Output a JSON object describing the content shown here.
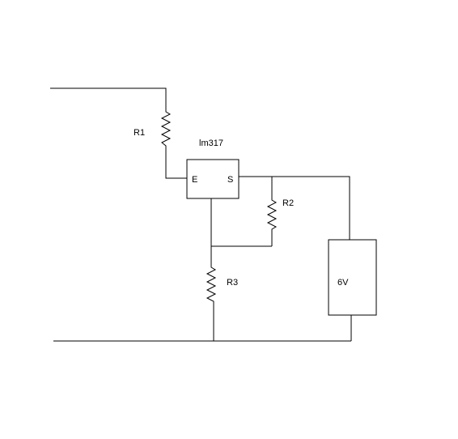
{
  "components": {
    "r1": {
      "label": "R1"
    },
    "regulator": {
      "label": "lm317",
      "pin_e": "E",
      "pin_s": "S"
    },
    "r2": {
      "label": "R2"
    },
    "r3": {
      "label": "R3"
    },
    "battery": {
      "label": "6V"
    }
  },
  "colors": {
    "line": "#000000",
    "background": "#ffffff"
  }
}
